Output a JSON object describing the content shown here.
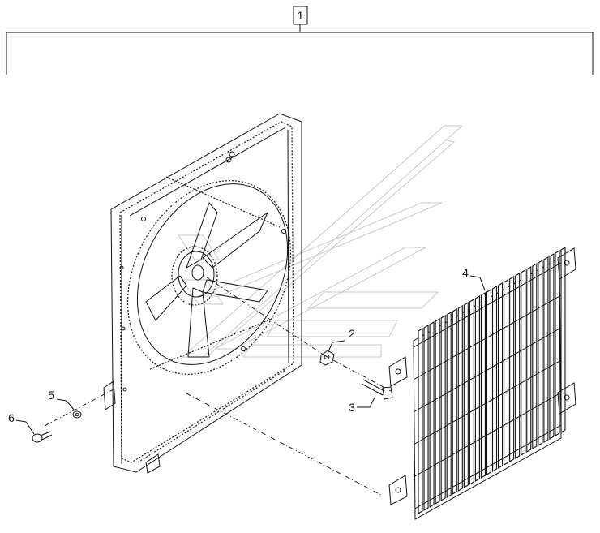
{
  "diagram": {
    "assembly_callout": "1",
    "callouts": [
      {
        "id": "2",
        "label": "2"
      },
      {
        "id": "3",
        "label": "3"
      },
      {
        "id": "4",
        "label": "4"
      },
      {
        "id": "5",
        "label": "5"
      },
      {
        "id": "6",
        "label": "6"
      }
    ]
  },
  "colors": {
    "line": "#111111",
    "watermark": "#c9c9c9",
    "background": "#ffffff"
  }
}
